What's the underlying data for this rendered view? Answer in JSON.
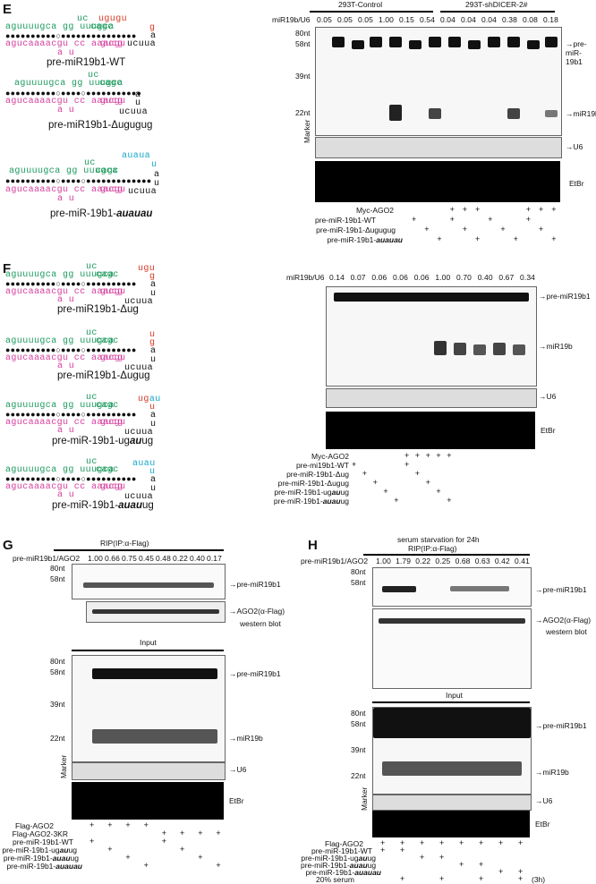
{
  "panelE": {
    "letter": "E",
    "structures": [
      {
        "label": "pre-miR19b1-WT"
      },
      {
        "label": "pre-miR19b1-Δugugug"
      },
      {
        "label_prefix": "pre-miR-19b1-",
        "label_emph": "auauau"
      }
    ],
    "ratio_label": "miR19b/U6",
    "ratios": [
      "0.05",
      "0.05",
      "0.05",
      "1.00",
      "0.15",
      "0.54",
      "0.04",
      "0.04",
      "0.04",
      "0.38",
      "0.08",
      "0.18"
    ],
    "group1": "293T-Control",
    "group2": "293T-shDICER-2#",
    "markers": [
      "80nt",
      "58nt",
      "39nt",
      "22nt"
    ],
    "band_labels": {
      "pre": "pre-miR-19b1",
      "mature": "miR19b",
      "u6": "U6",
      "etbr": "EtBr",
      "marker": "Marker"
    },
    "conditions": [
      {
        "label": "Myc-AGO2",
        "signs": [
          "",
          "",
          "",
          "+",
          "+",
          "+",
          "",
          "",
          "",
          "+",
          "+",
          "+"
        ]
      },
      {
        "label": "pre-miR-19b1-WT",
        "signs": [
          "+",
          "",
          "",
          "+",
          "",
          "",
          "+",
          "",
          "",
          "+",
          "",
          ""
        ]
      },
      {
        "label": "pre-miR-19b1-Δugugug",
        "signs": [
          "",
          "+",
          "",
          "",
          "+",
          "",
          "",
          "+",
          "",
          "",
          "+",
          ""
        ]
      },
      {
        "label": "pre-miR-19b1-auauau",
        "signs": [
          "",
          "",
          "+",
          "",
          "",
          "+",
          "",
          "",
          "+",
          "",
          "",
          "+"
        ]
      }
    ]
  },
  "panelF": {
    "letter": "F",
    "structures": [
      {
        "label": "pre-miR19b1-Δug"
      },
      {
        "label": "pre-miR19b1-Δugug"
      },
      {
        "label_prefix": "pre-miR-19b1-ug",
        "label_emph": "au",
        "label_suffix": "ug"
      },
      {
        "label_prefix": "pre-miR-19b1-",
        "label_emph": "auau",
        "label_suffix": "ug"
      }
    ],
    "ratio_label": "miR19b/U6",
    "ratios": [
      "0.14",
      "0.07",
      "0.06",
      "0.06",
      "0.06",
      "1.00",
      "0.70",
      "0.40",
      "0.67",
      "0.34"
    ],
    "band_labels": {
      "pre": "pre-miR19b1",
      "mature": "miR19b",
      "u6": "U6",
      "etbr": "EtBr"
    },
    "conditions": [
      {
        "label": "Myc-AGO2",
        "signs": [
          "",
          "",
          "",
          "",
          "",
          "+",
          "+",
          "+",
          "+",
          "+"
        ]
      },
      {
        "label": "pre-mi19b1-WT",
        "signs": [
          "+",
          "",
          "",
          "",
          "",
          "+",
          "",
          "",
          "",
          ""
        ]
      },
      {
        "label": "pre-miR-19b1-Δug",
        "signs": [
          "",
          "+",
          "",
          "",
          "",
          "",
          "+",
          "",
          "",
          ""
        ]
      },
      {
        "label": "pre-miR-19b1-Δugug",
        "signs": [
          "",
          "",
          "+",
          "",
          "",
          "",
          "",
          "+",
          "",
          ""
        ]
      },
      {
        "label": "pre-miR-19b1-ugauug",
        "signs": [
          "",
          "",
          "",
          "+",
          "",
          "",
          "",
          "",
          "+",
          ""
        ]
      },
      {
        "label": "pre-miR-19b1-auauug",
        "signs": [
          "",
          "",
          "",
          "",
          "+",
          "",
          "",
          "",
          "",
          "+"
        ]
      }
    ]
  },
  "panelG": {
    "letter": "G",
    "rip_title": "RIP(IP:α-Flag)",
    "ratio_label": "pre-miR19b1/AGO2",
    "ratios": [
      "1.00",
      "0.66",
      "0.75",
      "0.45",
      "0.48",
      "0.22",
      "0.40",
      "0.17"
    ],
    "input_title": "Input",
    "markers_top": [
      "80nt",
      "58nt"
    ],
    "markers": [
      "80nt",
      "58nt",
      "39nt",
      "22nt"
    ],
    "band_labels": {
      "pre": "pre-miR19b1",
      "ago": "AGO2(α-Flag)",
      "wb": "western blot",
      "mature": "miR19b",
      "u6": "U6",
      "etbr": "EtBr",
      "marker": "Marker"
    },
    "conditions": [
      {
        "label": "Flag-AGO2",
        "signs": [
          "+",
          "+",
          "+",
          "+",
          "",
          "",
          "",
          ""
        ]
      },
      {
        "label": "Flag-AGO2-3KR",
        "signs": [
          "",
          "",
          "",
          "",
          "+",
          "+",
          "+",
          "+"
        ]
      },
      {
        "label": "pre-miR-19b1-WT",
        "signs": [
          "+",
          "",
          "",
          "",
          "+",
          "",
          "",
          ""
        ]
      },
      {
        "label": "pre-miR-19b1-ugauug",
        "signs": [
          "",
          "+",
          "",
          "",
          "",
          "+",
          "",
          ""
        ]
      },
      {
        "label": "pre-miR-19b1-auauug",
        "signs": [
          "",
          "",
          "+",
          "",
          "",
          "",
          "+",
          ""
        ]
      },
      {
        "label": "pre-miR-19b1-auauau",
        "signs": [
          "",
          "",
          "",
          "+",
          "",
          "",
          "",
          "+"
        ]
      }
    ]
  },
  "panelH": {
    "letter": "H",
    "title1": "serum starvation for 24h",
    "rip_title": "RIP(IP:α-Flag)",
    "ratio_label": "pre-miR19b1/AGO2",
    "ratios": [
      "1.00",
      "1.79",
      "0.22",
      "0.25",
      "0.68",
      "0.63",
      "0.42",
      "0.41"
    ],
    "input_title": "Input",
    "markers_top": [
      "80nt",
      "58nt"
    ],
    "markers": [
      "80nt",
      "58nt",
      "39nt",
      "22nt"
    ],
    "band_labels": {
      "pre": "pre-miR19b1",
      "ago": "AGO2(α-Flag)",
      "wb": "western blot",
      "mature": "miR19b",
      "u6": "U6",
      "etbr": "EtBr",
      "marker": "Marker"
    },
    "conditions": [
      {
        "label": "Flag-AGO2",
        "signs": [
          "+",
          "+",
          "+",
          "+",
          "+",
          "+",
          "+",
          "+"
        ]
      },
      {
        "label": "pre-miR-19b1-WT",
        "signs": [
          "+",
          "+",
          "",
          "",
          "",
          "",
          "",
          ""
        ]
      },
      {
        "label": "pre-miR-19b1-ugauug",
        "signs": [
          "",
          "",
          "+",
          "+",
          "",
          "",
          "",
          ""
        ]
      },
      {
        "label": "pre-miR-19b1-auauug",
        "signs": [
          "",
          "",
          "",
          "",
          "+",
          "+",
          "",
          ""
        ]
      },
      {
        "label": "pre-miR-19b1-auauau",
        "signs": [
          "",
          "",
          "",
          "",
          "",
          "",
          "+",
          "+"
        ]
      },
      {
        "label": "20% serum",
        "signs": [
          "",
          "+",
          "",
          "+",
          "",
          "+",
          "",
          "+"
        ],
        "suffix": "(3h)"
      }
    ]
  },
  "sequences": {
    "stem_top": "aguuuugca gg uuugca",
    "stem_top2": "cagc",
    "bulge_top": "uc",
    "stem_bottom": "agucaaaacgu cc aaacgu",
    "stem_bottom2": "gucg",
    "bulge_bottom": "a u",
    "loop_wt": "ugugu",
    "loop_wt_end": "g",
    "loop_tail": "ucuua",
    "loop_a": "a",
    "loop_u": "u"
  }
}
